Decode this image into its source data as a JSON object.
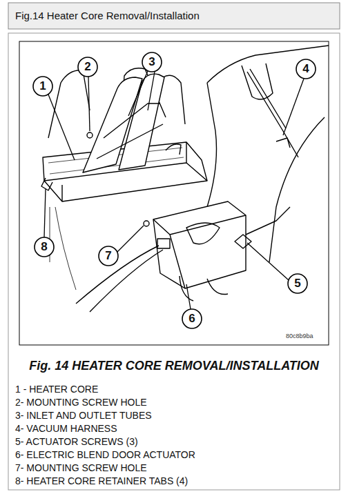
{
  "diagram": {
    "title": "Fig.14 Heater Core Removal/Installation",
    "caption": "Fig. 14 HEATER CORE REMOVAL/INSTALLATION",
    "labels": [
      "1",
      "2",
      "3",
      "4",
      "5",
      "6",
      "7",
      "8",
      "80c8b9ba",
      "1 - HEATER CORE",
      "2- MOUNTING SCREW HOLE",
      "3- INLET AND OUTLET TUBES",
      "4- VACUUM HARNESS",
      "5- ACTUATOR SCREWS (3)",
      "6- ELECTRIC BLEND DOOR ACTUATOR",
      "7- MOUNTING SCREW HOLE",
      "8- HEATER CORE RETAINER TABS (4)"
    ]
  }
}
